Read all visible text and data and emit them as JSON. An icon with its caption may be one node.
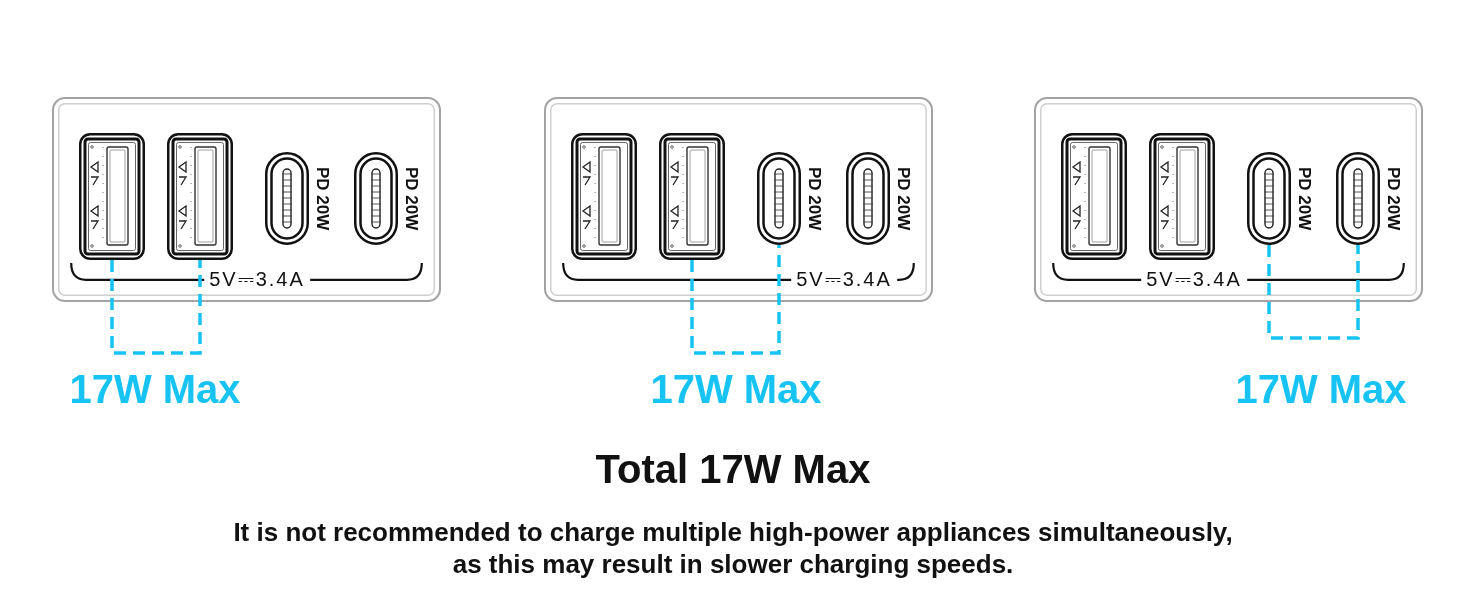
{
  "diagram": {
    "nodes": [
      {
        "text": [
          "5V⎓3.4A"
        ]
      },
      {
        "text": [],
        "shape": "picture",
        "in": 0
      },
      {
        "text": [],
        "shape": "picture",
        "in": 0
      },
      {
        "text": [],
        "shape": "picture",
        "beside": [
          "PD 20W"
        ],
        "in": 0
      },
      {
        "text": [],
        "shape": "picture",
        "beside": [
          "PD 20W"
        ],
        "in": 0
      },
      {
        "text": [
          "5V⎓3.4A"
        ]
      },
      {
        "text": [],
        "shape": "picture",
        "in": 5
      },
      {
        "text": [],
        "shape": "picture",
        "in": 5
      },
      {
        "text": [],
        "shape": "picture",
        "beside": [
          "PD 20W"
        ],
        "in": 5
      },
      {
        "text": [],
        "shape": "picture",
        "beside": [
          "PD 20W"
        ],
        "in": 5
      },
      {
        "text": [
          "5V⎓3.4A"
        ]
      },
      {
        "text": [],
        "shape": "picture",
        "in": 10
      },
      {
        "text": [],
        "shape": "picture",
        "in": 10
      },
      {
        "text": [],
        "shape": "picture",
        "beside": [
          "PD 20W"
        ],
        "in": 10
      },
      {
        "text": [],
        "shape": "picture",
        "beside": [
          "PD 20W"
        ],
        "in": 10
      }
    ],
    "edges": [
      {
        "from": 1,
        "to": 2,
        "arrow": "none",
        "style": "dashed",
        "color": "#17c3f2"
      },
      {
        "from": 7,
        "to": 8,
        "arrow": "none",
        "style": "dashed",
        "color": "#17c3f2"
      },
      {
        "from": 13,
        "to": 14,
        "arrow": "none",
        "style": "dashed",
        "color": "#17c3f2"
      }
    ],
    "labels": [
      "17W Max",
      "17W Max",
      "17W Max",
      "Total 17W Max",
      "It is not recommended to charge multiple high-power appliances simultaneously, as this may result in slower charging speeds."
    ]
  }
}
